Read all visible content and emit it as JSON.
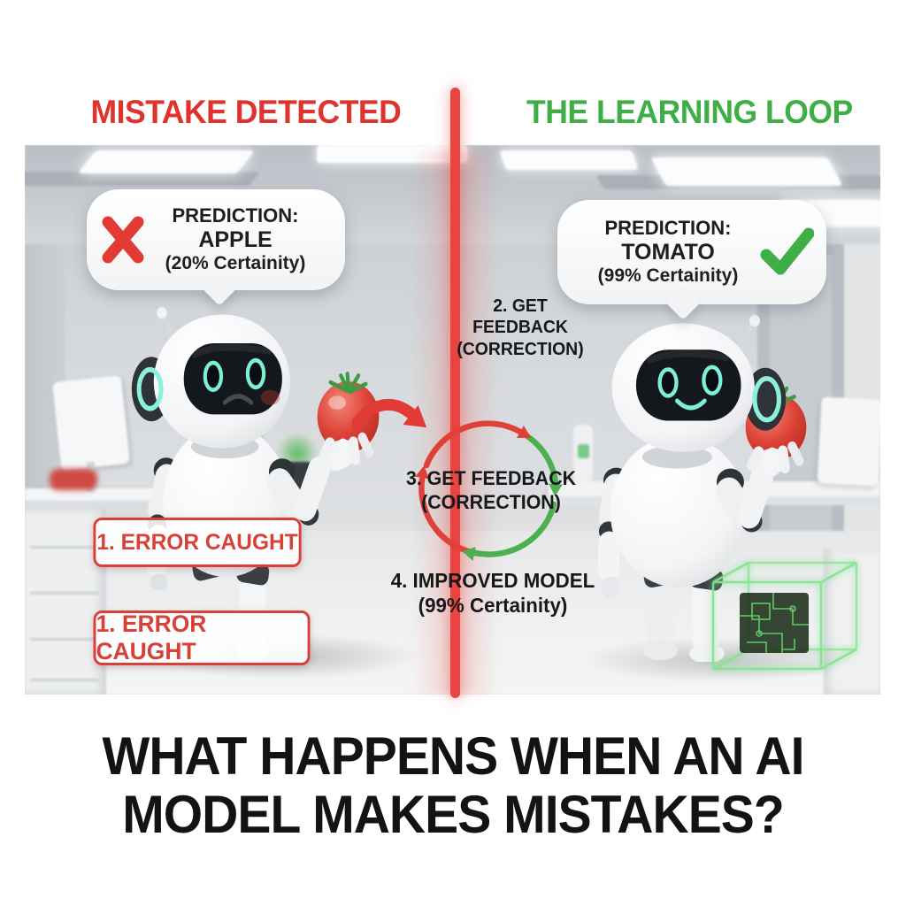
{
  "header": {
    "left_title": "MISTAKE DETECTED",
    "right_title": "THE LEARNING LOOP"
  },
  "left_panel": {
    "bubble": {
      "line1": "PREDICTION:",
      "line2": "APPLE",
      "line3": "(20% Certainity)"
    },
    "error_boxes": [
      "1. ERROR CAUGHT",
      "1. ERROR CAUGHT"
    ],
    "robot_mood": "sad",
    "robot_holding": "tomato"
  },
  "right_panel": {
    "bubble": {
      "line1": "PREDICTION:",
      "line2": "TOMATO",
      "line3": "(99% Certainity)"
    },
    "robot_mood": "happy",
    "robot_holding": "tomato",
    "hologram": "green circuit cube"
  },
  "loop": {
    "step2": {
      "line1": "2. GET FEEDBACK",
      "line2": "(CORRECTION)"
    },
    "step3": {
      "line1": "3. GET FEEDBACK",
      "line2": "(CORRECTION)"
    },
    "step4": {
      "line1": "4. IMPROVED MODEL",
      "line2": "(99% Certainity)"
    }
  },
  "footer": {
    "line1": "WHAT HAPPENS WHEN AN AI",
    "line2": "MODEL MAKES MISTAKES?"
  },
  "icons": {
    "x_icon": "✕",
    "check_icon": "✓",
    "loop_icon": "circular red/green arrows",
    "arrow_icon": "curved red arrow"
  },
  "colors": {
    "red": "#E23B35",
    "green": "#4CAF50",
    "cyan_accent": "#7DEED8",
    "text_black": "#161616"
  }
}
